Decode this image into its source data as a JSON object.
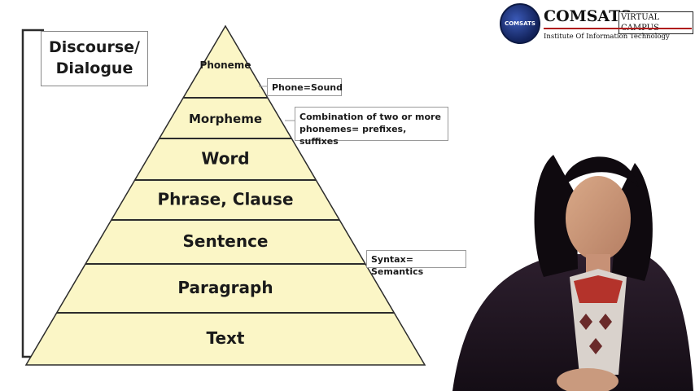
{
  "diagram": {
    "levels": [
      {
        "label": "Phoneme"
      },
      {
        "label": "Morpheme"
      },
      {
        "label": "Word"
      },
      {
        "label": "Phrase, Clause"
      },
      {
        "label": "Sentence"
      },
      {
        "label": "Paragraph"
      },
      {
        "label": "Text"
      }
    ],
    "side_label_line1": "Discourse/",
    "side_label_line2": "Dialogue",
    "callouts": {
      "phoneme": "Phone=Sound",
      "morpheme_line1": "Combination of two or more",
      "morpheme_line2": "phonemes= prefixes, suffixes",
      "sentence": "Syntax= Semantics"
    }
  },
  "logo": {
    "emblem_text": "COMSATS",
    "name": "COMSATS",
    "tag": "VIRTUAL CAMPUS",
    "subtitle": "Institute Of Information Technology"
  },
  "colors": {
    "pyramid_fill": "#fbf6c6",
    "pyramid_stroke": "#2c2c2c",
    "accent": "#b01c1c"
  }
}
